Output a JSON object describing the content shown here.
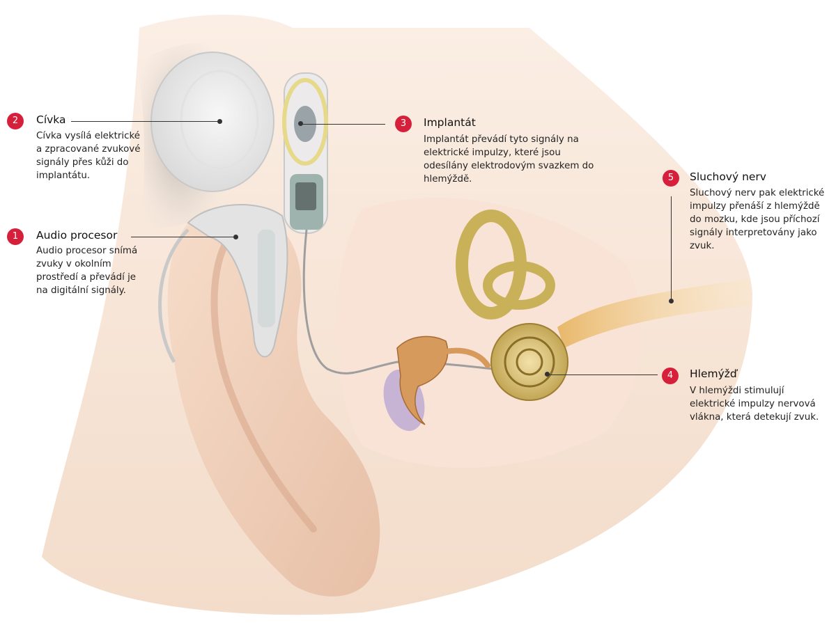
{
  "callouts": [
    {
      "number": "1",
      "title": "Audio procesor",
      "text": "Audio procesor snímá zvuky v okolním prostředí a převádí je na digitální signály."
    },
    {
      "number": "2",
      "title": "Cívka",
      "text": "Cívka vysílá elektrické a zpracované zvukové signály přes kůži do implantátu."
    },
    {
      "number": "3",
      "title": "Implantát",
      "text": "Implantát převádí tyto signály na elektrické impulzy, které jsou odesílány elektrodovým svazkem do hlemýždě."
    },
    {
      "number": "4",
      "title": "Hlemýžď",
      "text": "V hlemýždi stimulují elektrické impulzy nervová vlákna, která detekují zvuk."
    },
    {
      "number": "5",
      "title": "Sluchový nerv",
      "text": "Sluchový nerv pak elektrické impulzy přenáší z hlemýždě do mozku, kde jsou příchozí signály interpretovány jako zvuk."
    }
  ],
  "colors": {
    "badge": "#d6203b",
    "leader": "#333333"
  }
}
